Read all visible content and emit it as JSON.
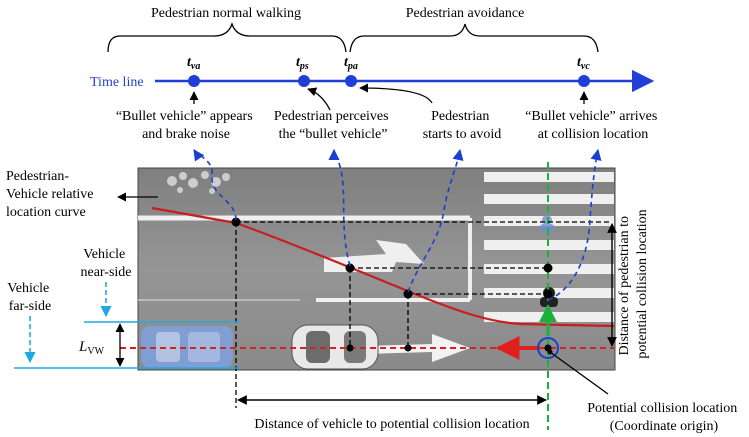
{
  "phases": {
    "normal_walking": "Pedestrian normal walking",
    "avoidance": "Pedestrian avoidance"
  },
  "timeline": {
    "label": "Time line",
    "points": [
      {
        "t": "t",
        "sub": "va"
      },
      {
        "t": "t",
        "sub": "ps"
      },
      {
        "t": "t",
        "sub": "pa"
      },
      {
        "t": "t",
        "sub": "vc"
      }
    ]
  },
  "events": {
    "bullet_appears": [
      "“Bullet vehicle” appears",
      "and brake noise"
    ],
    "pedestrian_perceives": [
      "Pedestrian perceives",
      "the “bullet vehicle”"
    ],
    "pedestrian_avoids": [
      "Pedestrian",
      "starts to avoid"
    ],
    "bullet_arrives": [
      "“Bullet vehicle” arrives",
      "at collision location"
    ]
  },
  "labels": {
    "relative_curve": [
      "Pedestrian-",
      "Vehicle relative",
      "location curve"
    ],
    "near_side": [
      "Vehicle",
      "near-side"
    ],
    "far_side": [
      "Vehicle",
      "far-side"
    ],
    "lvw": {
      "main": "L",
      "sub": "VW"
    },
    "vehicle_distance": "Distance of vehicle to potential collision location",
    "pedestrian_distance": [
      "Distance of pedestrian to",
      "potential collision location"
    ],
    "collision_location": [
      "Potential collision location",
      "(Coordinate origin)"
    ]
  },
  "colors": {
    "timeline": "#1f3fd6",
    "curve": "#c81e1e",
    "dashed_blue": "#1b3fcf",
    "green": "#19b33a",
    "cyan": "#22a8e0",
    "road": "#8a8a8a"
  }
}
